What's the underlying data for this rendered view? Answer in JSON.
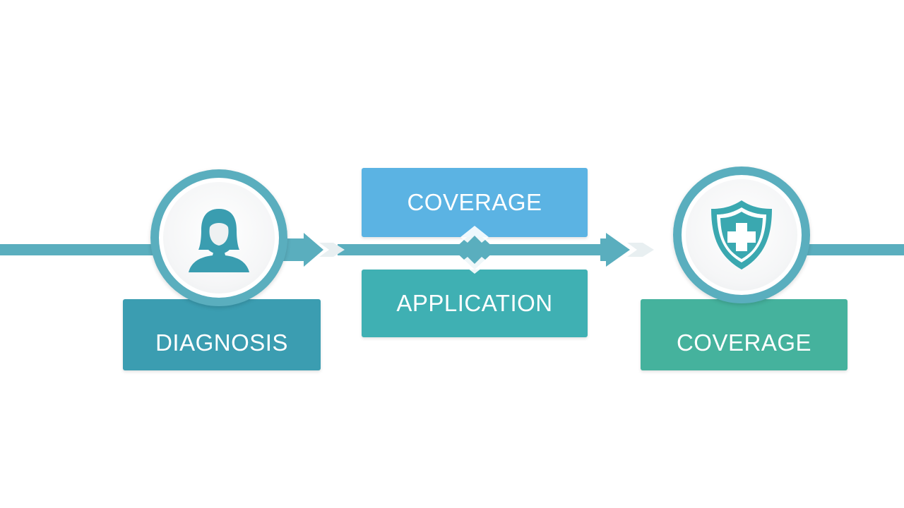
{
  "diagram": {
    "steps": {
      "diagnosis": {
        "label": "DIAGNOSIS",
        "icon": "person-icon"
      },
      "coverage_top": {
        "label": "COVERAGE"
      },
      "application": {
        "label": "APPLICATION"
      },
      "coverage_final": {
        "label": "COVERAGE",
        "icon": "shield-cross-icon"
      }
    },
    "colors": {
      "line": "#5aaebe",
      "diagnosis_box": "#3b9db1",
      "coverage_top_box": "#5bb3e3",
      "application_box": "#3fb0b3",
      "coverage_final_box": "#45b29d",
      "icon_person": "#3a9db0",
      "icon_shield": "#3aa8b0"
    }
  }
}
